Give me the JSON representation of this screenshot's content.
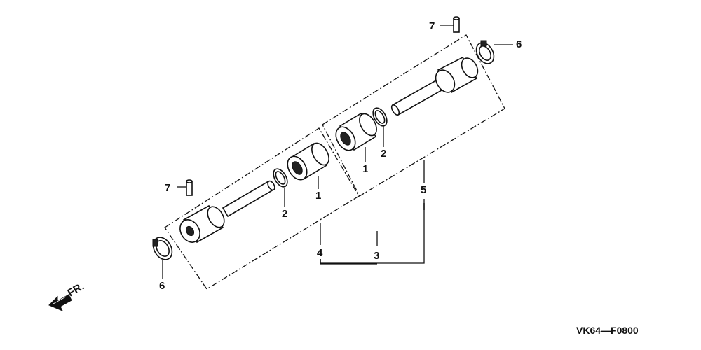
{
  "diagram": {
    "callouts": {
      "p7_top": "7",
      "p6_top": "6",
      "p2_upper": "2",
      "p1_upper": "1",
      "p5": "5",
      "p7_left": "7",
      "p2_lower": "2",
      "p1_lower": "1",
      "p4": "4",
      "p3": "3",
      "p6_left": "6"
    },
    "front_label": "FR.",
    "drawing_code": "VK64—F0800"
  }
}
